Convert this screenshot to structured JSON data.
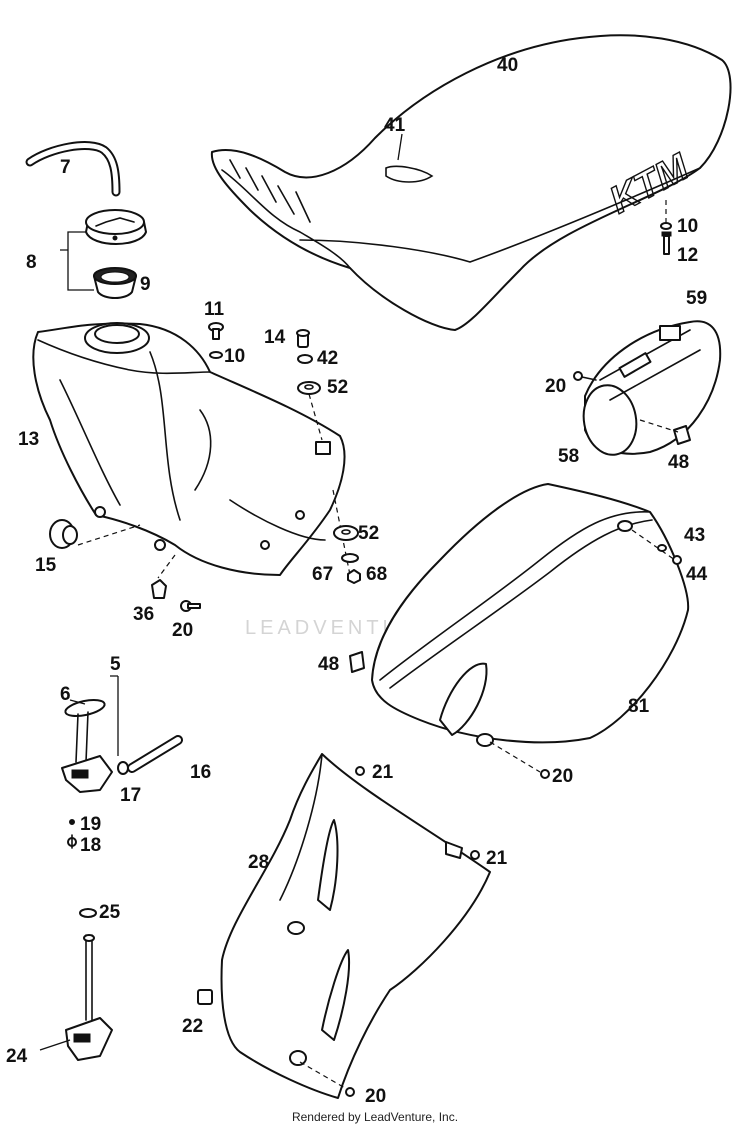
{
  "brand_logo": "KTM",
  "watermark": "LEADVENTURE",
  "footer": "Rendered by LeadVenture, Inc.",
  "callouts": {
    "c7": "7",
    "c8": "8",
    "c9": "9",
    "c40": "40",
    "c41": "41",
    "c10_seat": "10",
    "c12": "12",
    "c11": "11",
    "c10_tank": "10",
    "c14": "14",
    "c42": "42",
    "c52_top": "52",
    "c59": "59",
    "c20_side": "20",
    "c58": "58",
    "c48_side": "48",
    "c13": "13",
    "c15": "15",
    "c52_bot": "52",
    "c67": "67",
    "c68": "68",
    "c43": "43",
    "c44": "44",
    "c36": "36",
    "c20_tank": "20",
    "c5": "5",
    "c6": "6",
    "c48_cover": "48",
    "c81": "81",
    "c16": "16",
    "c17": "17",
    "c21_top": "21",
    "c20_cover": "20",
    "c19": "19",
    "c18": "18",
    "c28": "28",
    "c21_mid": "21",
    "c25": "25",
    "c22": "22",
    "c24": "24",
    "c20_bottom": "20"
  }
}
